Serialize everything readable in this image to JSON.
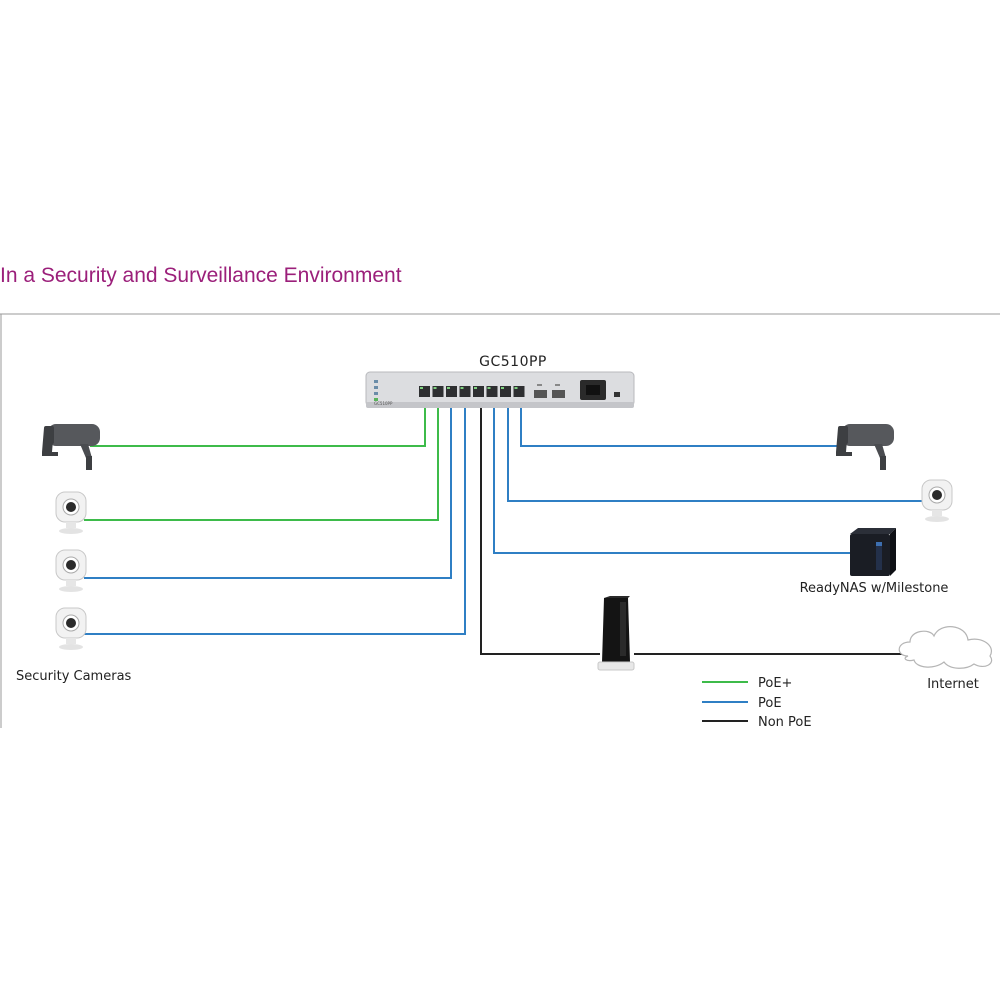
{
  "title": "In a Security and Surveillance Environment",
  "switch": {
    "model": "GC510PP",
    "face_label": "GC510PP"
  },
  "labels": {
    "security_cameras": "Security Cameras",
    "nas": "ReadyNAS w/Milestone",
    "internet": "Internet"
  },
  "legend": [
    {
      "label": "PoE+",
      "color": "#3dbb4a"
    },
    {
      "label": "PoE",
      "color": "#2f7fc4"
    },
    {
      "label": "Non PoE",
      "color": "#222222"
    }
  ],
  "colors": {
    "title": "#9b1f7a",
    "poe_plus": "#3dbb4a",
    "poe": "#2f7fc4",
    "non_poe": "#222222",
    "frame": "#9a9a9a"
  },
  "icons": {
    "bullet_camera": "bullet-camera-icon",
    "dome_camera": "dome-camera-icon",
    "nas": "nas-icon",
    "router": "router-icon",
    "cloud": "cloud-icon"
  }
}
